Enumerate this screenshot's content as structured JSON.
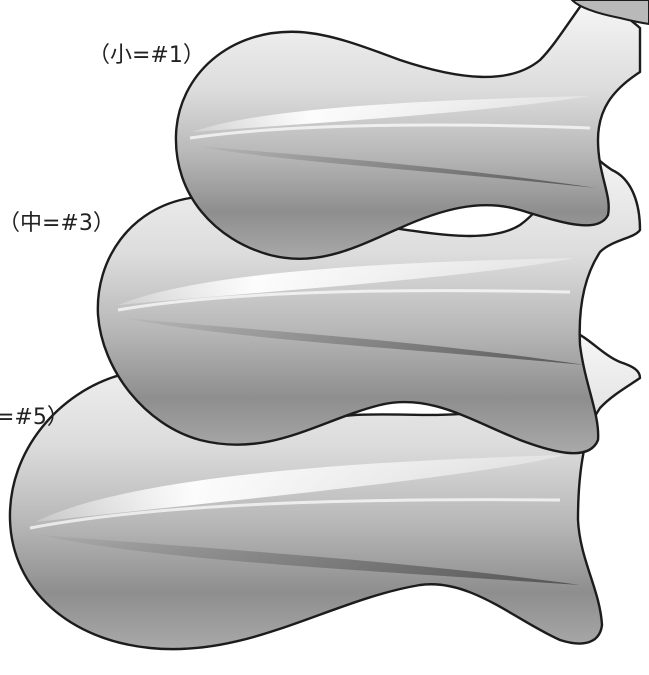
{
  "labels": {
    "small": "（小=#1）",
    "medium": "（中=#3）",
    "large": "=#5）"
  },
  "colors": {
    "outline": "#1c1c1c",
    "metal_light": "#f2f2f2",
    "metal_mid": "#c8c8c8",
    "metal_dark": "#8c8c8c",
    "highlight": "#ffffff",
    "shadow": "#6e6e6e"
  }
}
